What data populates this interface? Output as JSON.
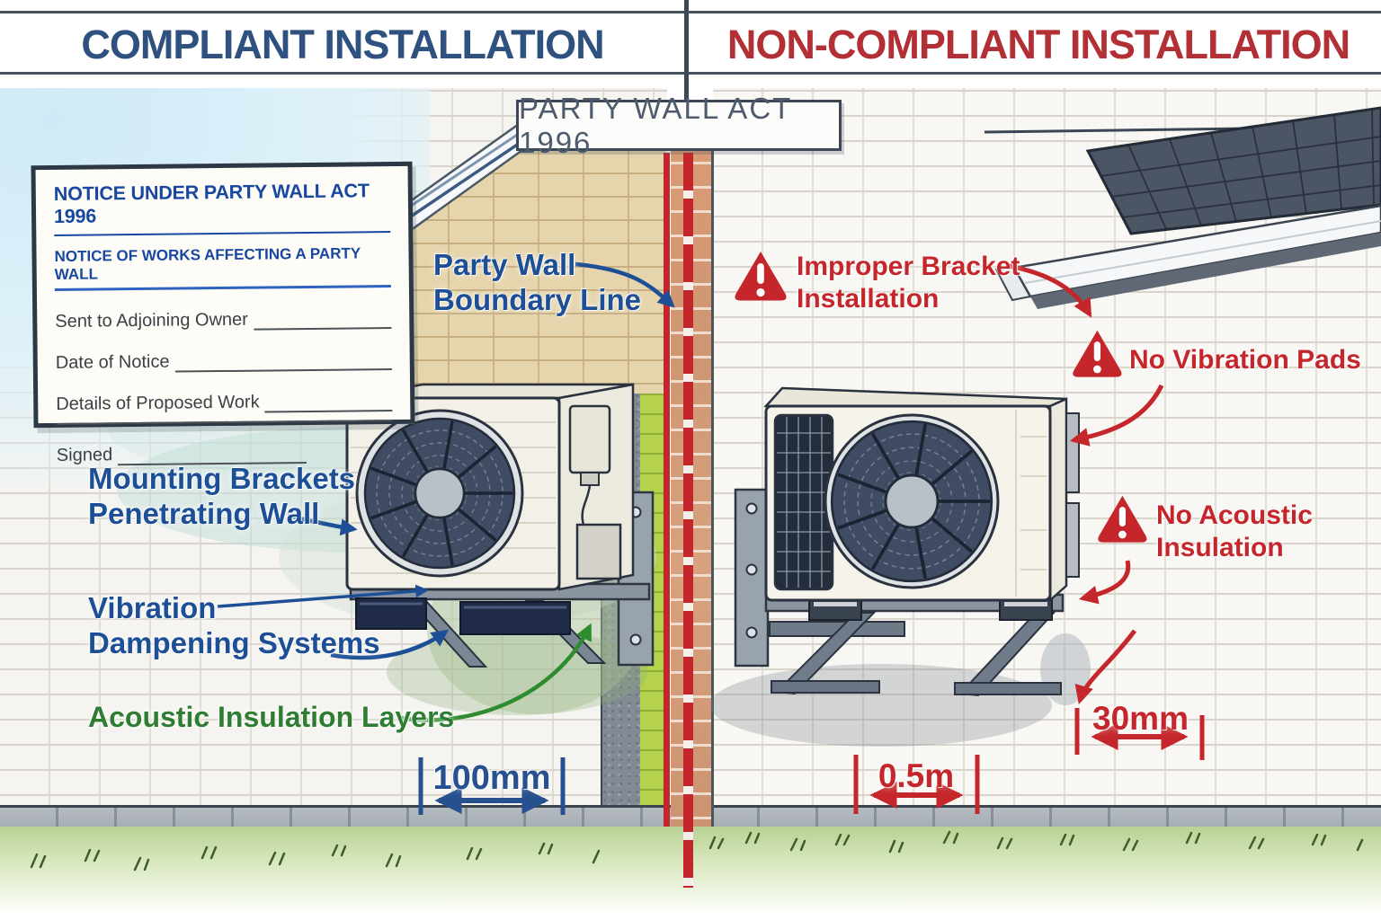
{
  "header": {
    "compliant_title": "COMPLIANT INSTALLATION",
    "noncompliant_title": "NON-COMPLIANT INSTALLATION",
    "act_banner": "PARTY WALL ACT 1996"
  },
  "notice_document": {
    "title": "NOTICE UNDER PARTY WALL ACT 1996",
    "subtitle": "NOTICE OF WORKS AFFECTING A PARTY WALL",
    "fields": [
      "Sent to Adjoining Owner",
      "Date of Notice",
      "Details of Proposed Work",
      "Signed"
    ]
  },
  "compliant_side": {
    "boundary_line": [
      "Party Wall",
      "Boundary Line"
    ],
    "mounting_brackets": [
      "Mounting Brackets",
      "Penetrating Wall"
    ],
    "vibration": [
      "Vibration",
      "Dampening Systems"
    ],
    "acoustic": [
      "Acoustic Insulation Layers"
    ],
    "measurement": "100mm"
  },
  "noncompliant_side": {
    "improper_bracket": [
      "Improper Bracket",
      "Installation"
    ],
    "no_vibration_pads": [
      "No Vibration Pads"
    ],
    "no_acoustic": [
      "No Acoustic",
      "Insulation"
    ],
    "gap_measurement": "30mm",
    "distance_measurement": "0.5m"
  },
  "icons": {
    "warning": "warning-triangle-exclamation"
  },
  "colors": {
    "compliant_blue": "#2f517f",
    "noncompliant_red": "#b22f36",
    "label_blue": "#1c4f96",
    "label_green": "#2e7d33",
    "warning_red": "#c4262b",
    "boundary_red": "#c5262c"
  }
}
